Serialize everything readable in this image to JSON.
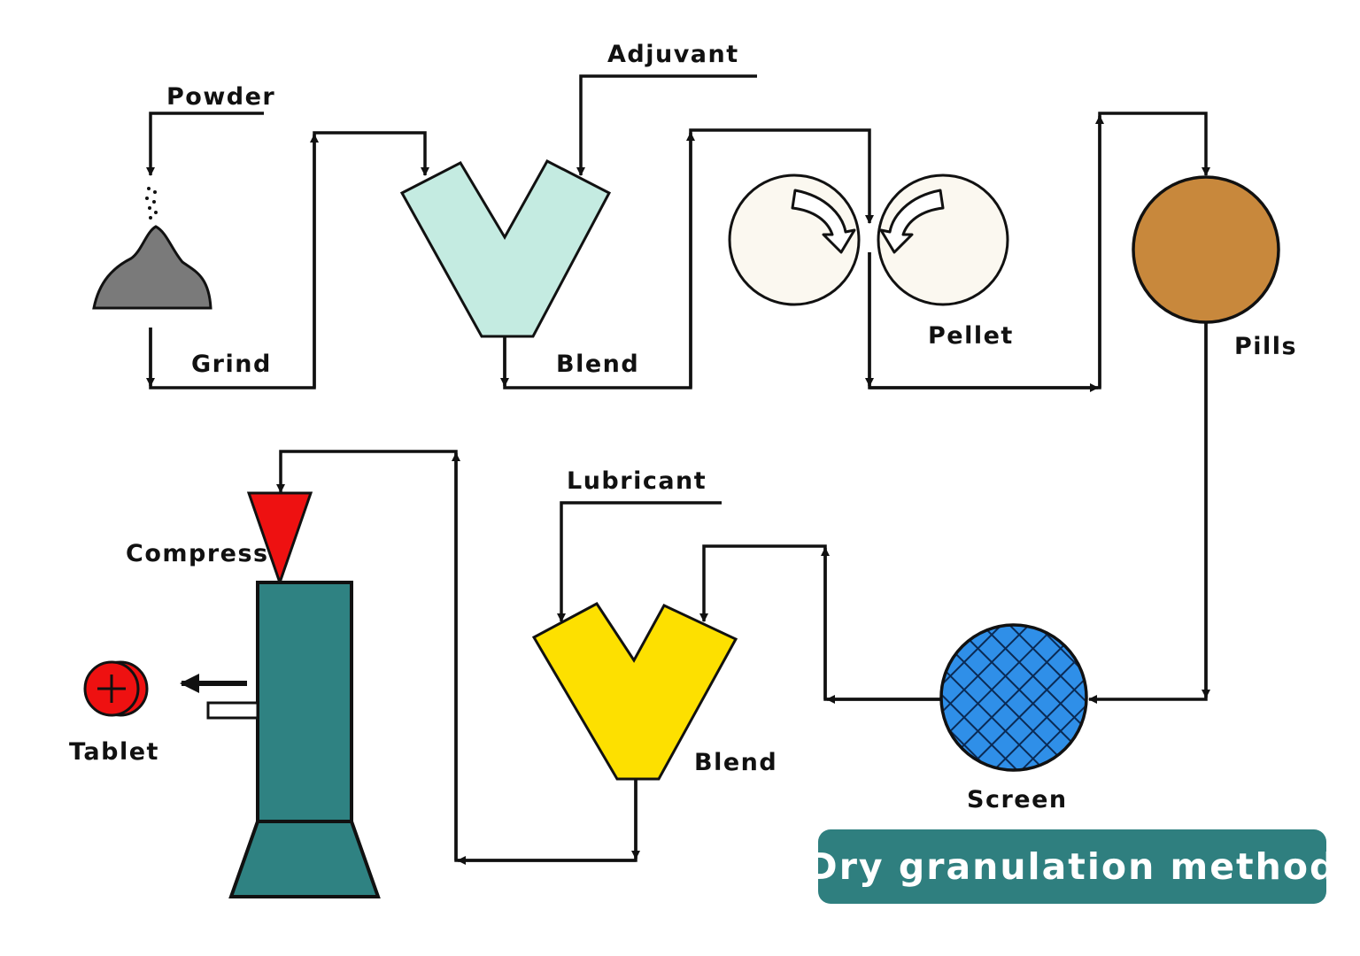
{
  "title": "Dry granulation method",
  "labels": {
    "powder": "Powder",
    "grind": "Grind",
    "adjuvant": "Adjuvant",
    "blend1": "Blend",
    "pellet": "Pellet",
    "pills": "Pills",
    "screen": "Screen",
    "lubricant": "Lubricant",
    "blend2": "Blend",
    "compress": "Compress",
    "tablet": "Tablet"
  },
  "colors": {
    "powder_pile": "#7a7a7a",
    "blender1": "#c4ebe1",
    "pellet_rollers": "#fbf8f0",
    "pills": "#c8883c",
    "screen": "#2f8fe8",
    "blender2": "#fde000",
    "compress_cone": "#ee1111",
    "press_body": "#2f8282",
    "tablet": "#ee1111",
    "title_bg": "#2f7f7f"
  }
}
